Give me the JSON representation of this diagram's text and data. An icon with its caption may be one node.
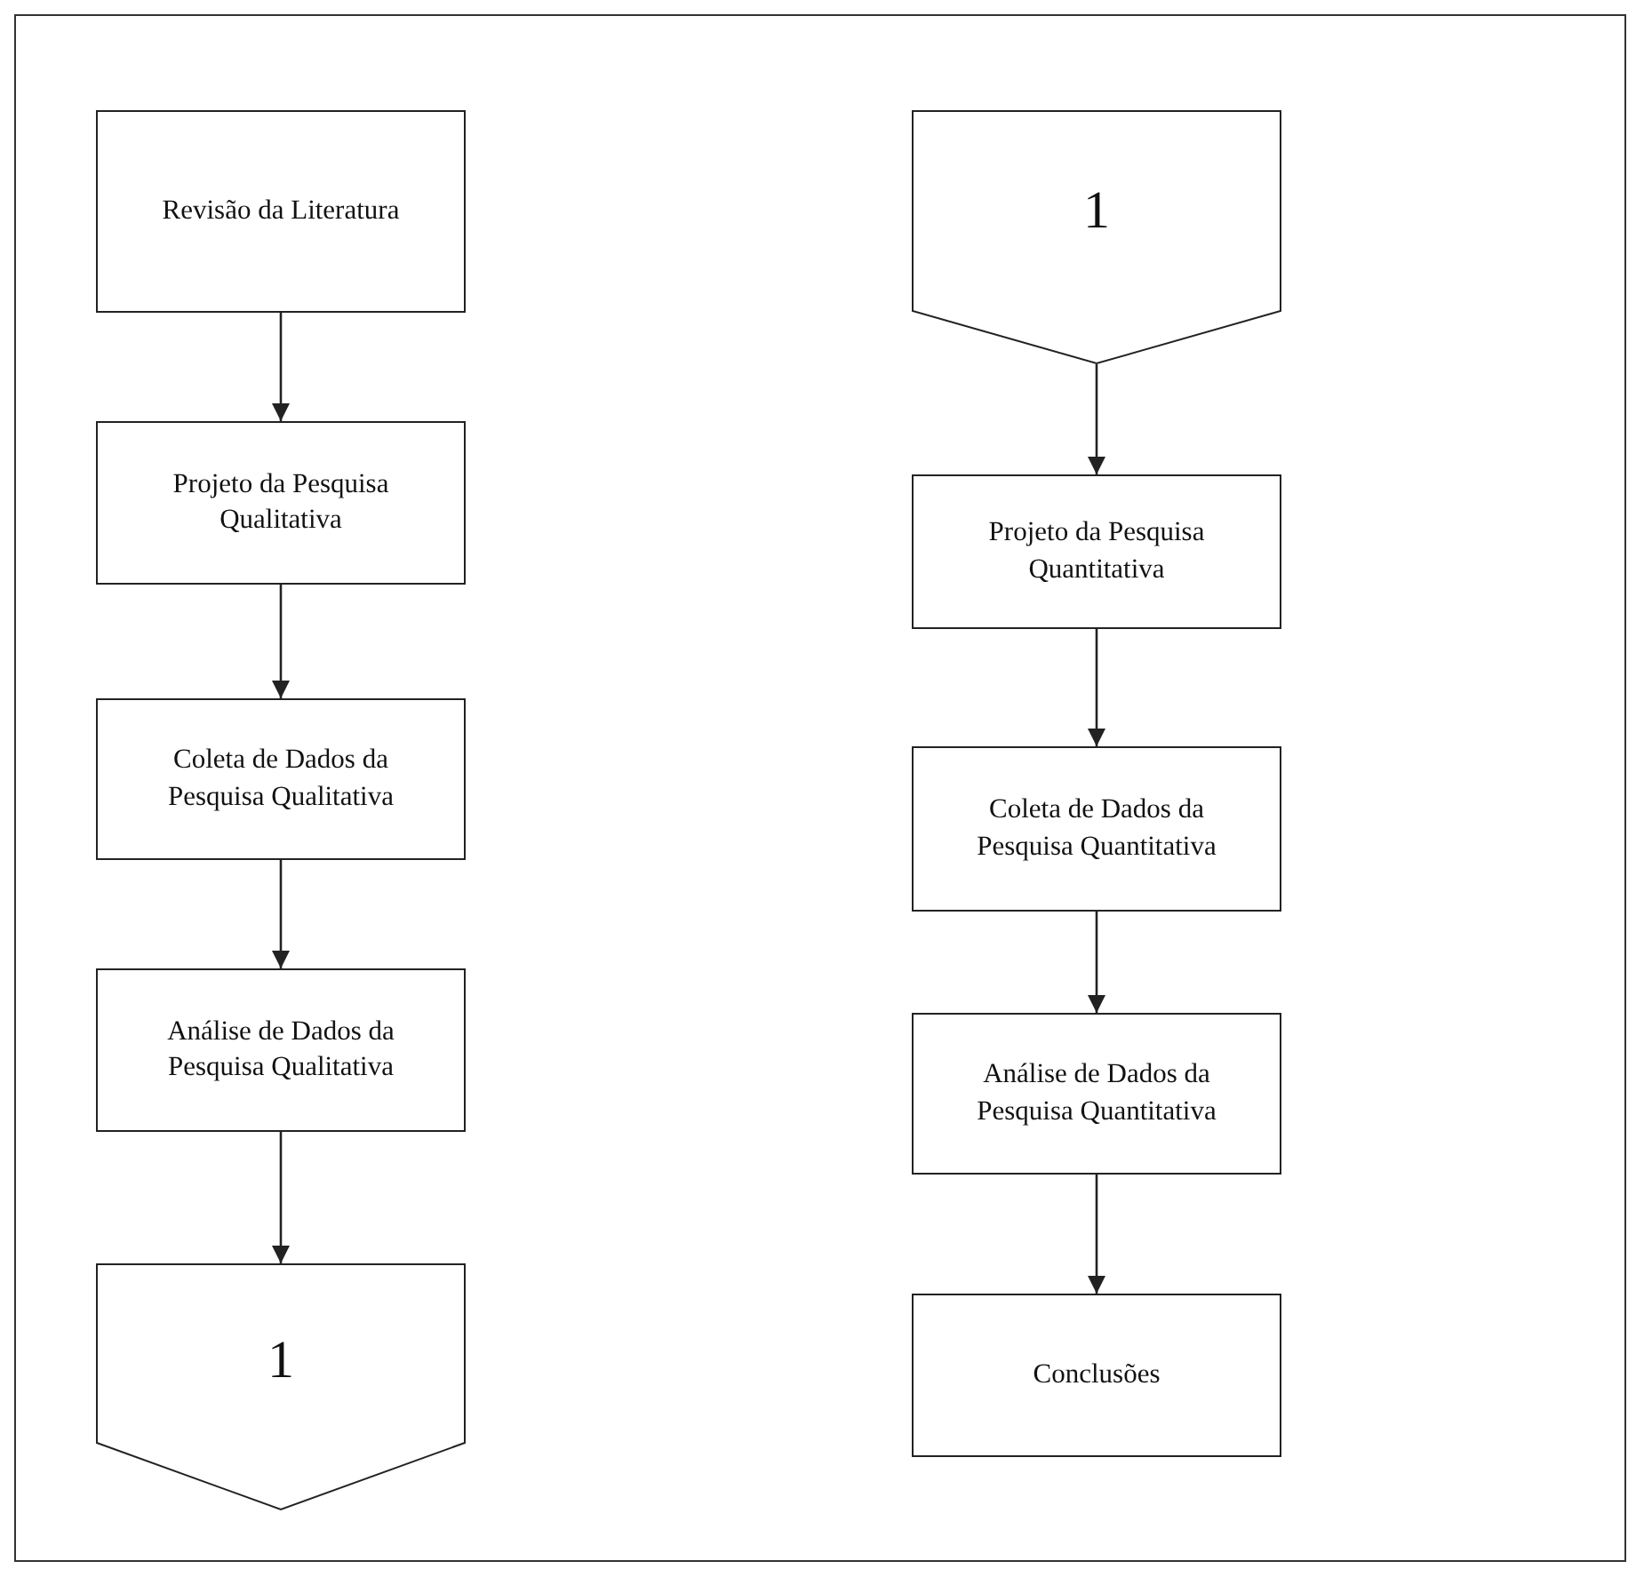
{
  "diagram": {
    "nodes": [
      {
        "text": [
          "Revisão da Literatura"
        ]
      },
      {
        "text": [
          "Projeto da Pesquisa Qualitativa"
        ]
      },
      {
        "text": [
          "Coleta de Dados da Pesquisa Qualitativa"
        ]
      },
      {
        "text": [
          "Análise de Dados da Pesquisa Qualitativa"
        ]
      },
      {
        "text": [
          "1"
        ]
      },
      {
        "text": [
          "1"
        ]
      },
      {
        "text": [
          "Projeto da Pesquisa Quantitativa"
        ]
      },
      {
        "text": [
          "Coleta de Dados da Pesquisa Quantitativa"
        ]
      },
      {
        "text": [
          "Análise de Dados da Pesquisa Quantitativa"
        ]
      },
      {
        "text": [
          "Conclusões"
        ]
      }
    ],
    "edges": [
      {
        "from": 0,
        "to": 1,
        "arrow": "to"
      },
      {
        "from": 1,
        "to": 2,
        "arrow": "to"
      },
      {
        "from": 2,
        "to": 3,
        "arrow": "to"
      },
      {
        "from": 3,
        "to": 4,
        "arrow": "to"
      },
      {
        "from": 5,
        "to": 6,
        "arrow": "to"
      },
      {
        "from": 6,
        "to": 7,
        "arrow": "to"
      },
      {
        "from": 7,
        "to": 8,
        "arrow": "to"
      },
      {
        "from": 8,
        "to": 9,
        "arrow": "to"
      }
    ]
  }
}
